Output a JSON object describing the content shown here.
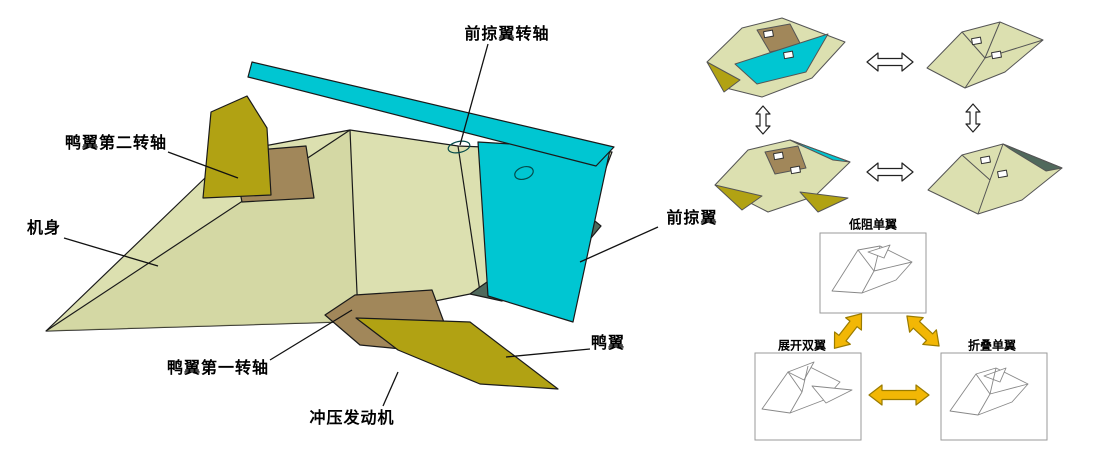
{
  "colors": {
    "fuselage": "#dce0b0",
    "fuselage_shade": "#cdd29a",
    "front_wing_cyan": "#00c6d2",
    "canard_olive": "#b1a213",
    "engine_brown": "#a1875a",
    "dark_sliver": "#50695c",
    "mode_arrow_yellow": "#f2b705"
  },
  "main_labels": {
    "front_wing_axis": "前掠翼转轴",
    "canard_axis2": "鸭翼第二转轴",
    "fuselage": "机身",
    "front_wing": "前掠翼",
    "canard": "鸭翼",
    "canard_axis1": "鸭翼第一转轴",
    "ramjet": "冲压发动机"
  },
  "mode_labels": {
    "low_drag_single": "低阻单翼",
    "deployed_double": "展开双翼",
    "folded_single": "折叠单翼"
  }
}
